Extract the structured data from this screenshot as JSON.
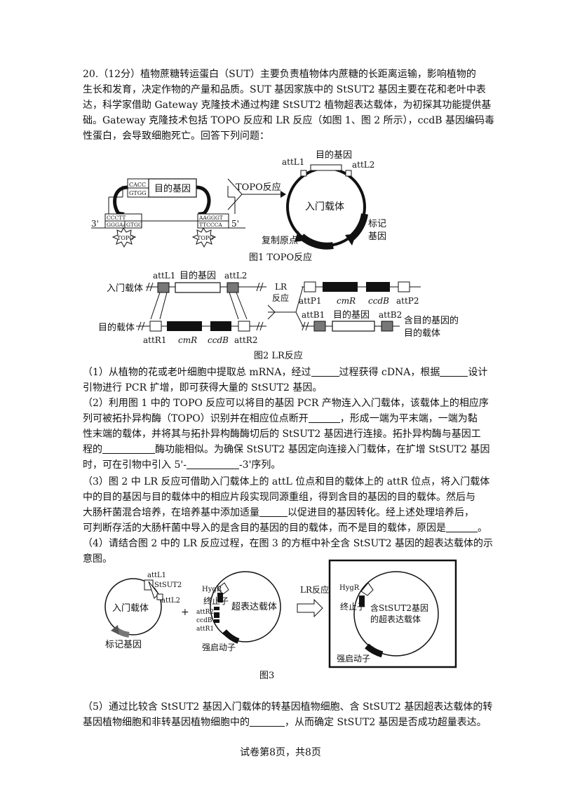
{
  "question": {
    "number": "20.（12分）",
    "intro_lines": [
      "植物蔗糖转运蛋白（SUT）主要负责植物体内蔗糖的长距离运输，影响植物的",
      "生长和发育，决定作物的产量和品质。SUT 基因家族中的 StSUT2 基因主要在花和老叶中表",
      "达，科学家借助 Gateway 克隆技术通过构建 StSUT2 植物超表达载体，为初探其功能提供基",
      "础。Gateway 克隆技术包括 TOPO 反应和 LR 反应（如图 1、图 2 所示），ccdB 基因编码毒",
      "性蛋白，会导致细胞死亡。回答下列问题："
    ]
  },
  "fig1": {
    "gene_label": "目的基因",
    "seq_top_a": "CACC",
    "seq_top_b": "GTGG",
    "seq_left_a": "CCCTT",
    "seq_left_b": "GGGAA",
    "seq_left_c": "GTGG",
    "seq_right_a": "AAGGGT",
    "seq_right_b": "TTCCCA",
    "end_3": "3'",
    "end_5": "5'",
    "topo": "TOPO",
    "reaction": "TOPO反应",
    "attL1": "attL1",
    "attL2": "attL2",
    "plasmid_gene": "目的基因",
    "entry_vector": "入门载体",
    "marker_line1": "标记",
    "marker_line2": "基因",
    "origin": "复制原点",
    "caption": "图1  TOPO反应"
  },
  "fig2": {
    "entry_vector": "入门载体",
    "attL1": "attL1",
    "gene": "目的基因",
    "attL2": "attL2",
    "dest_vector": "目的载体",
    "attR1": "attR1",
    "cmR": "cmR",
    "ccdB": "ccdB",
    "attR2": "attR2",
    "lr_line1": "LR",
    "lr_line2": "反应",
    "attP1": "attP1",
    "attP2": "attP2",
    "attB1": "attB1",
    "attB2": "attB2",
    "result_line1": "含目的基因的",
    "result_line2": "目的载体",
    "caption": "图2  LR反应"
  },
  "q1": {
    "text_a": "（1）从植物的花或老叶细胞中提取总 mRNA，经过",
    "text_b": "过程获得 cDNA，根据",
    "text_c": "设计",
    "line2": "引物进行 PCR 扩增，即可获得大量的 StSUT2 基因。"
  },
  "q2": {
    "line1": "（2）利用图 1 中的 TOPO 反应可以将目的基因 PCR 产物连入入门载体，该载体上的相应序",
    "line2_a": "列可被拓扑异构酶（TOPO）识别并在相应位点断开",
    "line2_b": "，形成一端为平末端，一端为黏",
    "line3": "性末端的载体，并将其与拓扑异构酶酶切后的 StSUT2 基因进行连接。拓扑异构酶与基因工",
    "line4_a": "程的",
    "line4_b": "酶功能相似。为确保 StSUT2 基因定向连接入门载体，在扩增 StSUT2 基因",
    "line5_a": "时，可在引物中引入 5'-",
    "line5_b": "-3'序列。"
  },
  "q3": {
    "line1": "（3）图 2 中 LR 反应可借助入门载体上的 attL 位点和目的载体上的 attR 位点，将入门载体",
    "line2": "中的目的基因与目的载体中的相应片段实现同源重组，得到含目的基因的目的载体。然后与",
    "line3_a": "大肠杆菌混合培养，在培养基中添加适量",
    "line3_b": "以促进目的基因转化。经上述处理培养后，",
    "line4_a": "可判断存活的大肠杆菌中导入的是含目的基因的目的载体，而不是目的载体，原因是",
    "line4_b": "。"
  },
  "q4": {
    "line1": "（4）请结合图 2 中的 LR 反应过程，在图 3 的方框中补全含 StSUT2 基因的超表达载体的示",
    "line2": "意图。"
  },
  "fig3": {
    "attL1": "attL1",
    "stsut2": "StSUT2",
    "attL2": "attL2",
    "entry_vector": "入门载体",
    "marker": "标记基因",
    "plus": "+",
    "hygR": "HygR",
    "terminator": "终止子",
    "attR2": "attR2",
    "ccdB": "ccdB",
    "attR1": "attR1",
    "over_vector": "超表达载体",
    "promoter": "强启动子",
    "reaction": "LR反应",
    "box_hygR": "HygR",
    "box_terminator": "终止子",
    "box_vector_line1": "含StSUT2基因",
    "box_vector_line2": "的超表达载体",
    "box_promoter": "强启动子",
    "caption": "图3"
  },
  "q5": {
    "line1": "（5）通过比较含 StSUT2 基因入门载体的转基因植物细胞、含 StSUT2 基因超表达载体的转",
    "line2_a": "基因植物细胞和非转基因植物细胞中的",
    "line2_b": "，从而确定 StSUT2 基因是否成功超量表达。"
  },
  "footer": "试卷第8页，共8页"
}
